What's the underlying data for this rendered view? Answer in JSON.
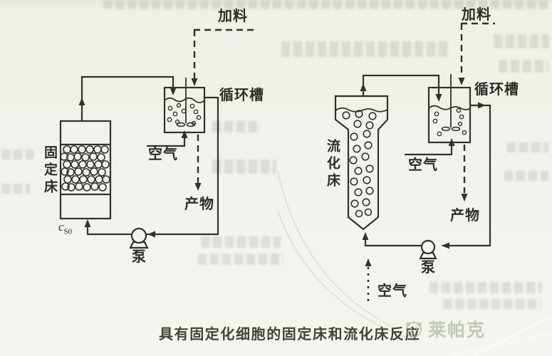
{
  "figure": {
    "caption": "具有固定化细胞的固定床和流化床反应",
    "watermark_text": "莱帕克"
  },
  "left_diagram": {
    "feed_label": "加料",
    "tank_label": "循环槽",
    "air_label": "空气",
    "product_label": "产物",
    "pump_label": "泵",
    "bed_label": "固定床",
    "inlet_conc_symbol": "c",
    "inlet_conc_subscript": "S0"
  },
  "right_diagram": {
    "feed_label": "加料",
    "tank_label": "循环槽",
    "air_tank_label": "空气",
    "air_bottom_label": "空气",
    "product_label": "产物",
    "pump_label": "泵",
    "bed_label": "流化床"
  },
  "colors": {
    "ink": "#33312c",
    "paper": "#f1f3ec",
    "watermark_green": "#9eb096",
    "caption_ink": "#454239"
  }
}
